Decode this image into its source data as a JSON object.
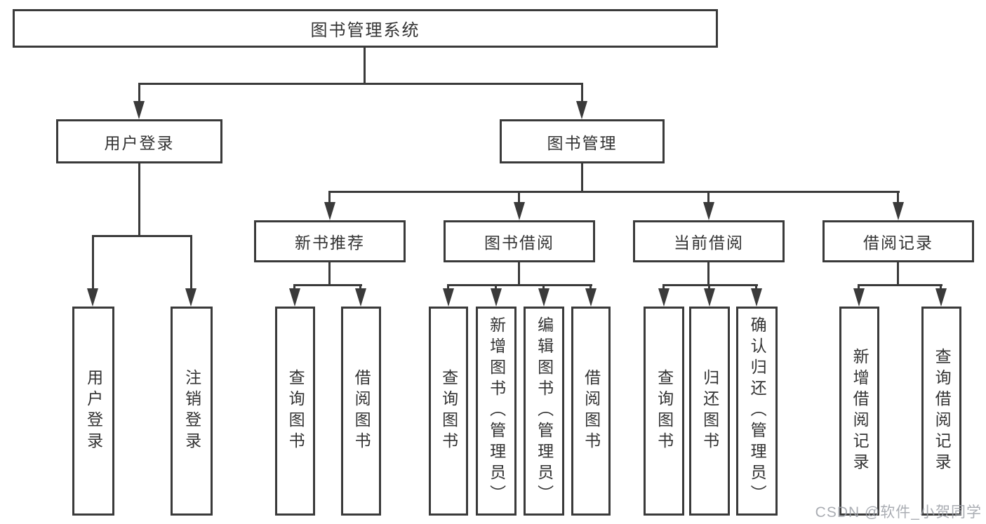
{
  "tree": {
    "label": "图书管理系统",
    "children": [
      {
        "label": "用户登录",
        "children": [
          {
            "label": "用户登录"
          },
          {
            "label": "注销登录"
          }
        ]
      },
      {
        "label": "图书管理",
        "children": [
          {
            "label": "新书推荐",
            "children": [
              {
                "label": "查询图书"
              },
              {
                "label": "借阅图书"
              }
            ]
          },
          {
            "label": "图书借阅",
            "children": [
              {
                "label": "查询图书"
              },
              {
                "label": "新增图书（管理员）"
              },
              {
                "label": "编辑图书（管理员）"
              },
              {
                "label": "借阅图书"
              }
            ]
          },
          {
            "label": "当前借阅",
            "children": [
              {
                "label": "查询图书"
              },
              {
                "label": "归还图书"
              },
              {
                "label": "确认归还（管理员）"
              }
            ]
          },
          {
            "label": "借阅记录",
            "children": [
              {
                "label": "新增借阅记录"
              },
              {
                "label": "查询借阅记录"
              }
            ]
          }
        ]
      }
    ]
  },
  "watermark": {
    "text": "CSDN @软件_小贺同学"
  },
  "colors": {
    "line": "#3a3a3a",
    "text": "#333333",
    "background": "#ffffff",
    "watermark": "#9b9fa6"
  }
}
